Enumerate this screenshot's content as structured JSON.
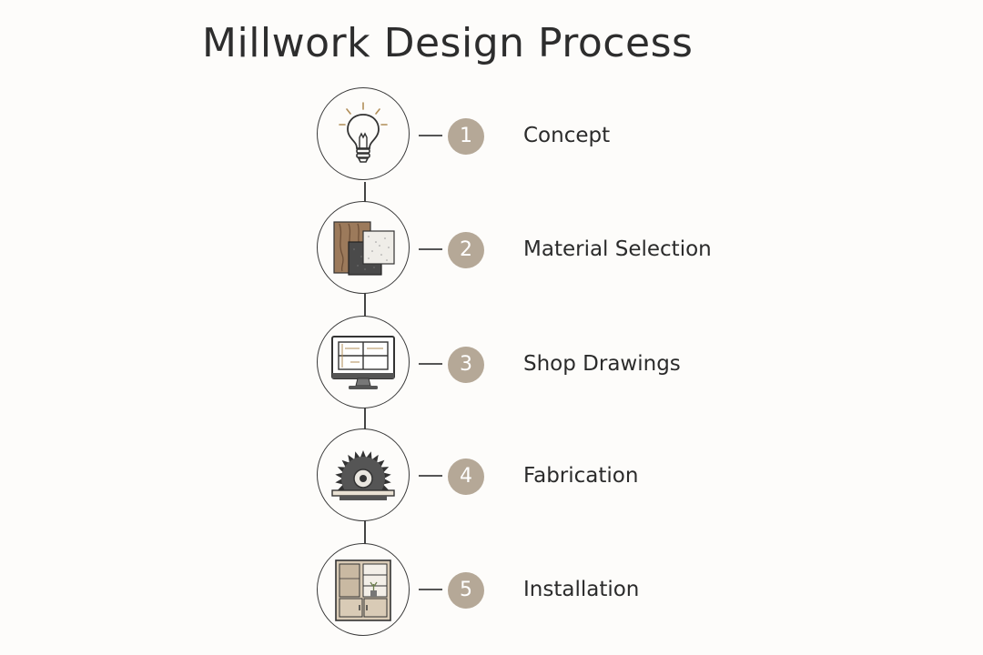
{
  "title": "Millwork Design Process",
  "accent_color": "#b5a897",
  "steps": [
    {
      "number": "1",
      "label": "Concept",
      "icon": "lightbulb-icon"
    },
    {
      "number": "2",
      "label": "Material Selection",
      "icon": "material-samples-icon"
    },
    {
      "number": "3",
      "label": "Shop Drawings",
      "icon": "computer-monitor-icon"
    },
    {
      "number": "4",
      "label": "Fabrication",
      "icon": "saw-blade-icon"
    },
    {
      "number": "5",
      "label": "Installation",
      "icon": "cabinet-icon"
    }
  ]
}
